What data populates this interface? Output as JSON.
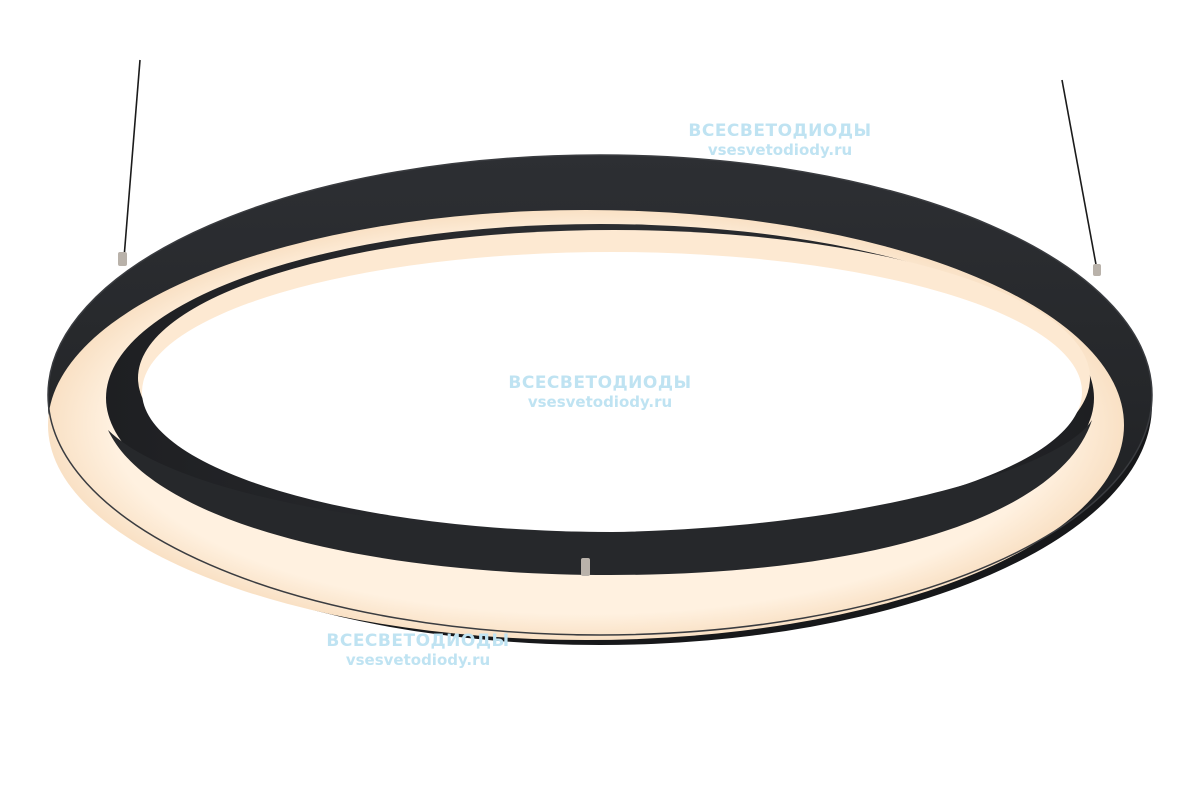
{
  "image": {
    "subject": "ring-pendant-lamp",
    "colors": {
      "background": "#ffffff",
      "ring_body": "#2b2d30",
      "ring_body_dark": "#1c1d20",
      "glow": "#fde9d2",
      "glow_edge": "#f3cfa6",
      "cable": "#222222",
      "bracket": "#b9b2aa",
      "watermark": "#bfe3f2"
    }
  },
  "watermarks": [
    {
      "line1": "ВСЕСВЕТОДИОДЫ",
      "line2": "vsesvetodiody.ru"
    },
    {
      "line1": "ВСЕСВЕТОДИОДЫ",
      "line2": "vsesvetodiody.ru"
    },
    {
      "line1": "ВСЕСВЕТОДИОДЫ",
      "line2": "vsesvetodiody.ru"
    }
  ]
}
